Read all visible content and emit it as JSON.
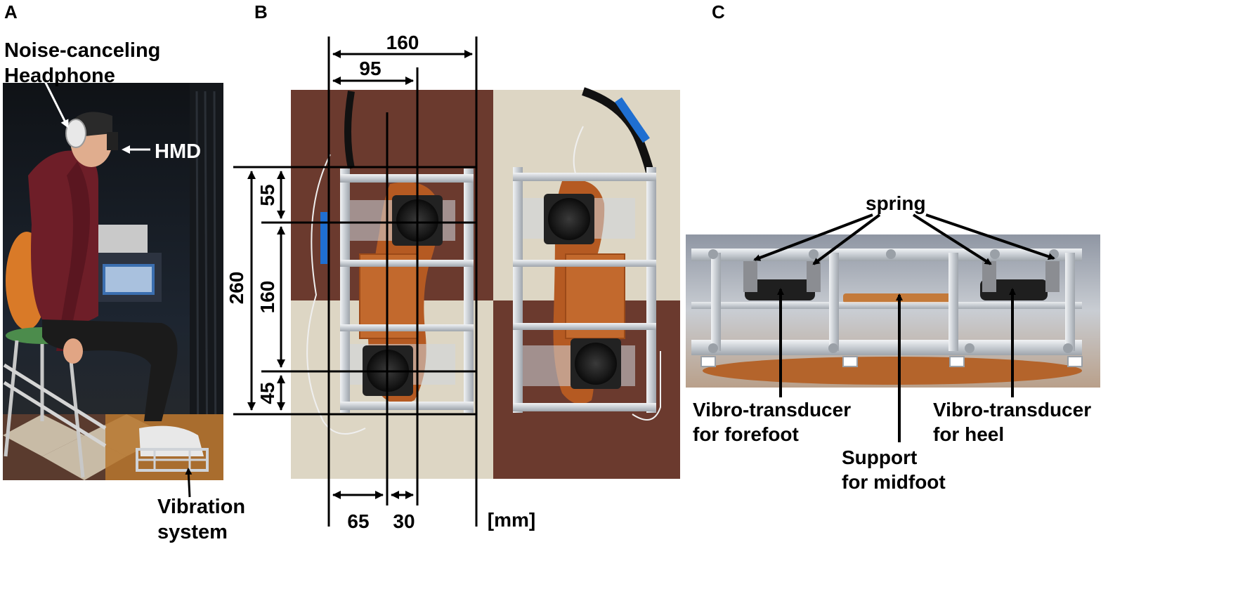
{
  "panels": {
    "a": {
      "letter": "A",
      "labels": {
        "headphone_line1": "Noise-canceling",
        "headphone_line2": "Headphone",
        "hmd": "HMD",
        "vibration_line1": "Vibration",
        "vibration_line2": "system"
      }
    },
    "b": {
      "letter": "B",
      "dimensions": {
        "width_total": "160",
        "width_partial": "95",
        "length_total": "260",
        "heel_offset": "55",
        "mid_span": "160",
        "forefoot_offset": "45",
        "bottom_left": "65",
        "bottom_right": "30",
        "unit": "[mm]"
      }
    },
    "c": {
      "letter": "C",
      "labels": {
        "spring": "spring",
        "forefoot_line1": "Vibro-transducer",
        "forefoot_line2": "for forefoot",
        "heel_line1": "Vibro-transducer",
        "heel_line2": "for heel",
        "support_line1": "Support",
        "support_line2": "for midfoot"
      }
    }
  },
  "colors": {
    "wood": "#b55a22",
    "aluminum": "#d9dde2",
    "carpet_brown": "#6b3a2e",
    "carpet_beige": "#ddd6c4",
    "transducer": "#222222",
    "cable_blue": "#1f6fd1"
  }
}
